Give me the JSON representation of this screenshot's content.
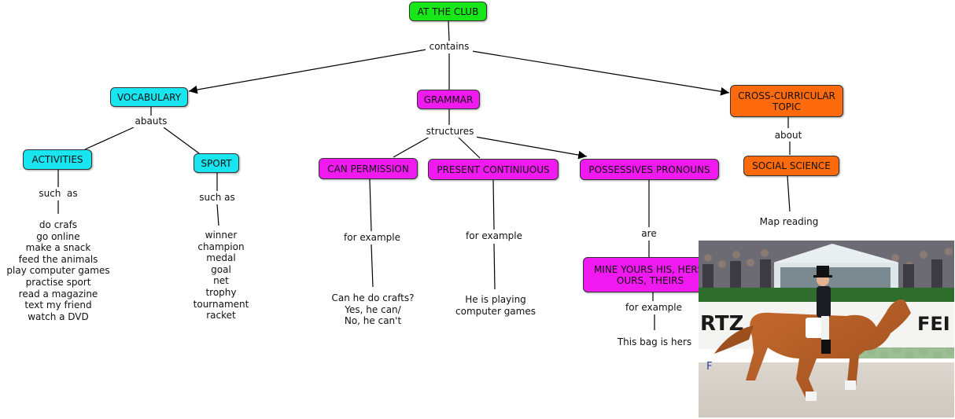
{
  "nodes": {
    "root": "AT THE CLUB",
    "vocabulary": "VOCABULARY",
    "grammar": "GRAMMAR",
    "cross": "CROSS-CURRICULAR TOPIC",
    "activities": "ACTIVITIES",
    "sport": "SPORT",
    "can": "CAN PERMISSION",
    "present": "PRESENT CONTINIUOUS",
    "possessives": "POSSESSIVES PRONOUNS",
    "social": "SOCIAL SCIENCE",
    "mine": "MINE YOURS HIS, HERS, OURS, THEIRS"
  },
  "links": {
    "contains": "contains",
    "abauts": "abauts",
    "structures": "structures",
    "about": "about",
    "such_as_1": "such  as",
    "such_as_2": "such as",
    "for_example_1": "for example",
    "for_example_2": "for example",
    "are": "are",
    "for_example_3": "for example"
  },
  "leaves": {
    "activities_list": "do crafs\ngo online\nmake a snack\nfeed the animals\nplay computer games\npractise sport\nread a magazine\ntext my friend\nwatch a DVD",
    "sport_list": "winner\nchampion\nmedal\ngoal\nnet\ntrophy\ntournament\nracket",
    "can_example": "Can he do crafts?\nYes, he can/\nNo, he can't",
    "present_example": "He is playing\ncomputer games",
    "map_reading": "Map reading",
    "bag_example": "This bag is hers"
  },
  "photo": {
    "banner_left": "RTZ",
    "banner_right": "FEI",
    "badge": "F"
  },
  "colors": {
    "root": "#19e619",
    "vocabulary": "#19e5f0",
    "grammar": "#f019f0",
    "cross": "#ff6a0d"
  }
}
